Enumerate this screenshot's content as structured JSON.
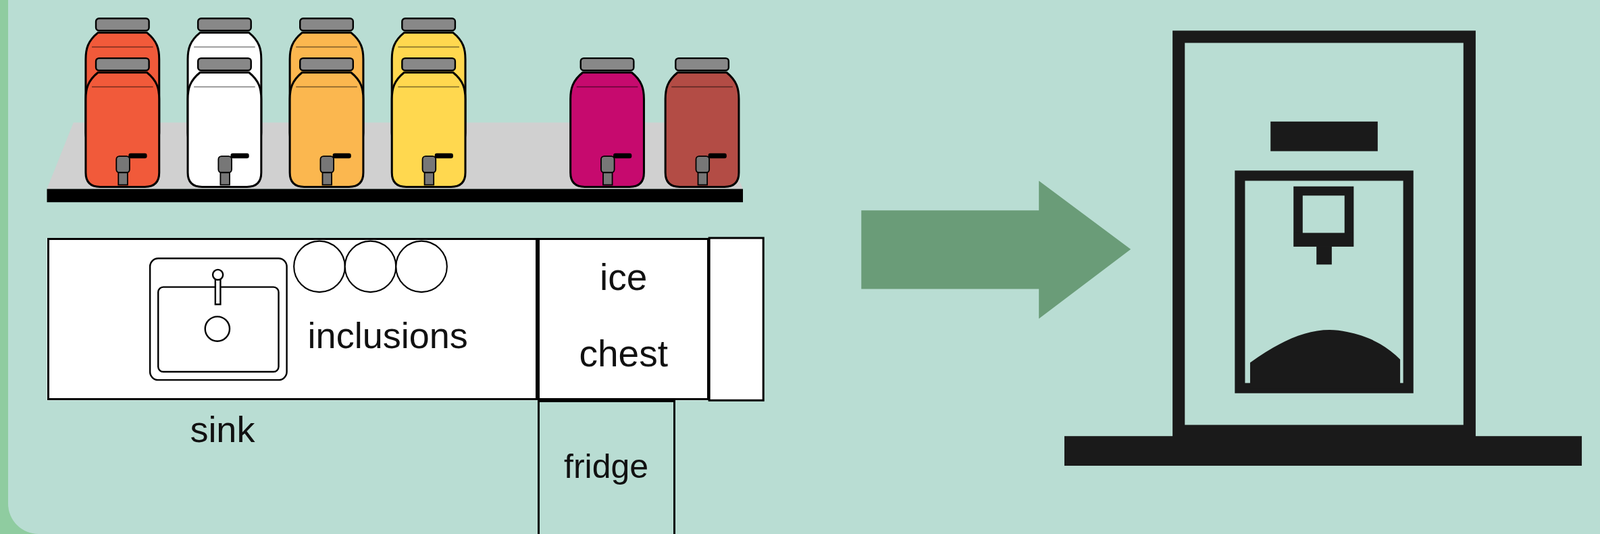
{
  "diagram": {
    "nodes": [
      {
        "text": [
          "inclusions"
        ]
      },
      {
        "text": [
          "ice chest"
        ]
      },
      {
        "text": [
          "fridge"
        ]
      }
    ],
    "labels": [
      "sink"
    ]
  }
}
